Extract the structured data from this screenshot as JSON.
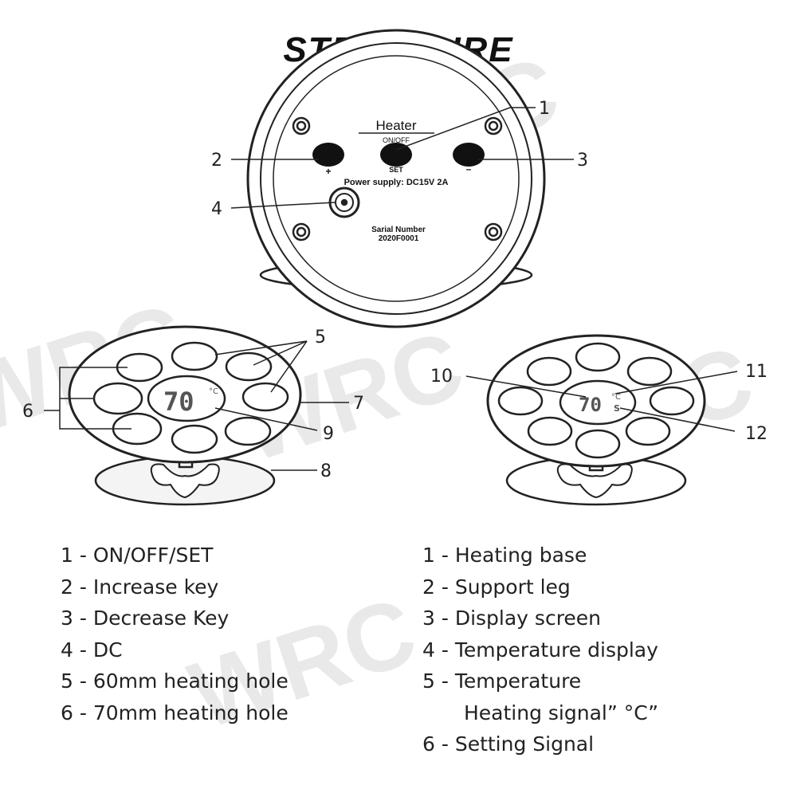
{
  "title": "STRUCTURE",
  "watermark": "WRC",
  "device": {
    "panel_title": "Heater",
    "on_off_label": "ON/OFF",
    "plus_label": "+",
    "set_label": "SET",
    "minus_label": "–",
    "power_supply": "Power supply: DC15V  2A",
    "serial_label": "Sarial Number",
    "serial_value": "2020F0001"
  },
  "displays": {
    "left_reading": "70",
    "left_unit": "°C",
    "right_reading": "70",
    "right_unit": "°C",
    "right_signal": "S"
  },
  "callouts": [
    "1",
    "2",
    "3",
    "4",
    "5",
    "6",
    "7",
    "8",
    "9",
    "10",
    "11",
    "12"
  ],
  "legend_left": [
    "1 - ON/OFF/SET",
    "2 - Increase key",
    "3 - Decrease Key",
    "4 - DC",
    "5 - 60mm heating hole",
    "6 - 70mm  heating hole"
  ],
  "legend_right": [
    "1 - Heating base",
    "2 - Support leg",
    "3 - Display screen",
    "4 - Temperature display",
    "5 - Temperature",
    "Heating signal”  °C”",
    "6 - Setting Signal"
  ]
}
